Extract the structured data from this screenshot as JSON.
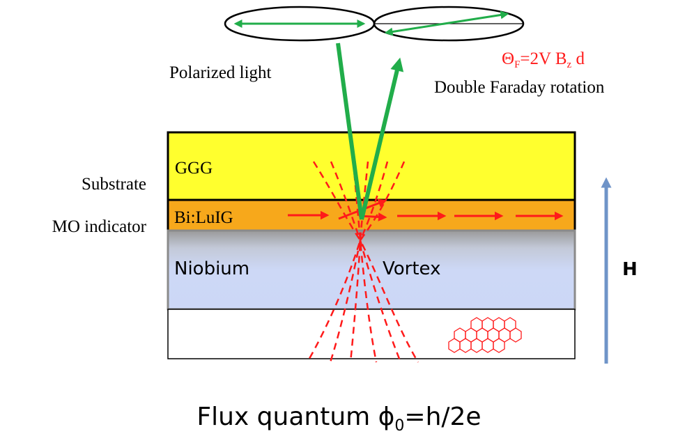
{
  "labels": {
    "polarized_light": "Polarized light",
    "faraday_formula": {
      "theta": "Θ",
      "theta_sub": "F",
      "eq": "=2V B",
      "b_sub": "z",
      "d": " d"
    },
    "double_faraday": "Double Faraday rotation",
    "substrate": "Substrate",
    "mo_indicator": "MO  indicator",
    "ggg": "GGG",
    "biluig": "Bi:LuIG",
    "niobium": "Niobium",
    "vortex": "Vortex",
    "field": "H"
  },
  "caption": {
    "prefix": "Flux quantum ",
    "phi": "ϕ",
    "sub": "0",
    "suffix": "=h/2e"
  },
  "colors": {
    "ggg_layer": "#ffff2e",
    "mo_layer": "#f7a81b",
    "niobium_layer_top": "#9a9a9a",
    "niobium_layer": "#ccd7f6",
    "light_beam": "#21ad4a",
    "magnetization": "#ff1a1a",
    "flux_lines": "#ff1a1a",
    "field_arrow": "#6f94c8",
    "formula": "#ff1a1a"
  },
  "icons": {
    "polarizer_left": "ellipse-with-double-arrow",
    "polarizer_right": "ellipse-with-rotated-double-arrow",
    "sample_molecule": "hexagon-ring-cluster"
  }
}
